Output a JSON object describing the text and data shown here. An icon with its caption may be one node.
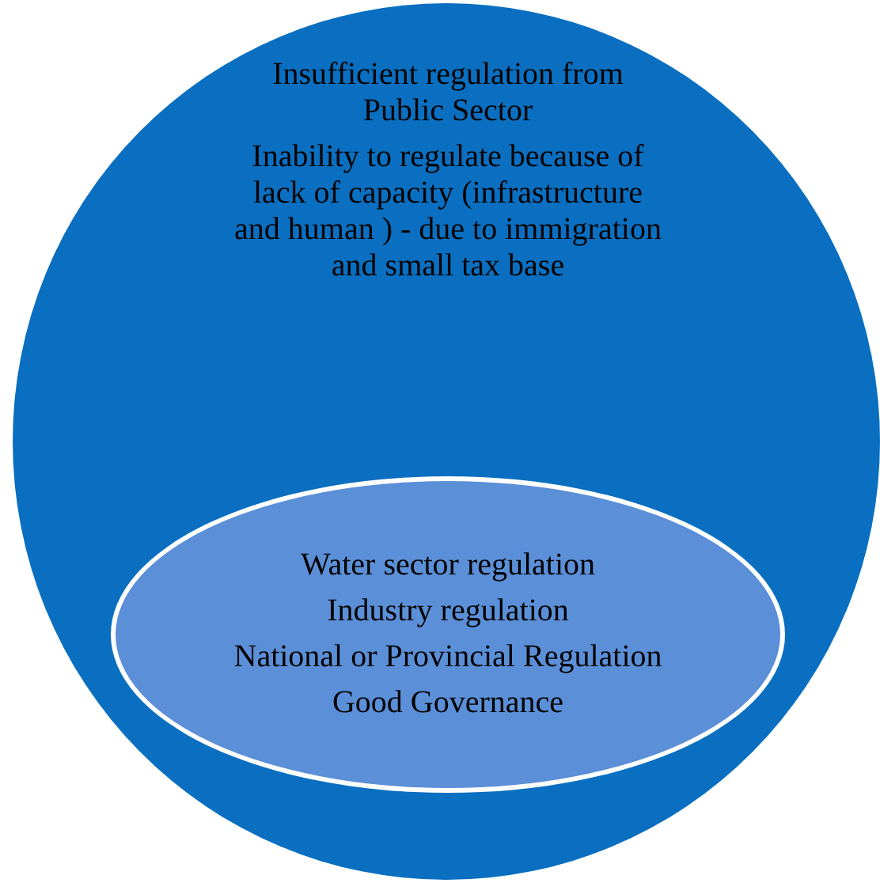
{
  "diagram": {
    "nodes": [
      {
        "text": [
          "Insufficient regulation from Public Sector",
          "Inability to regulate because of lack of capacity (infrastructure and human ) - due to immigration and small tax base"
        ]
      },
      {
        "text": [
          "Water sector regulation",
          "Industry regulation",
          "National or Provincial Regulation",
          "Good Governance"
        ],
        "in": 0
      }
    ]
  }
}
